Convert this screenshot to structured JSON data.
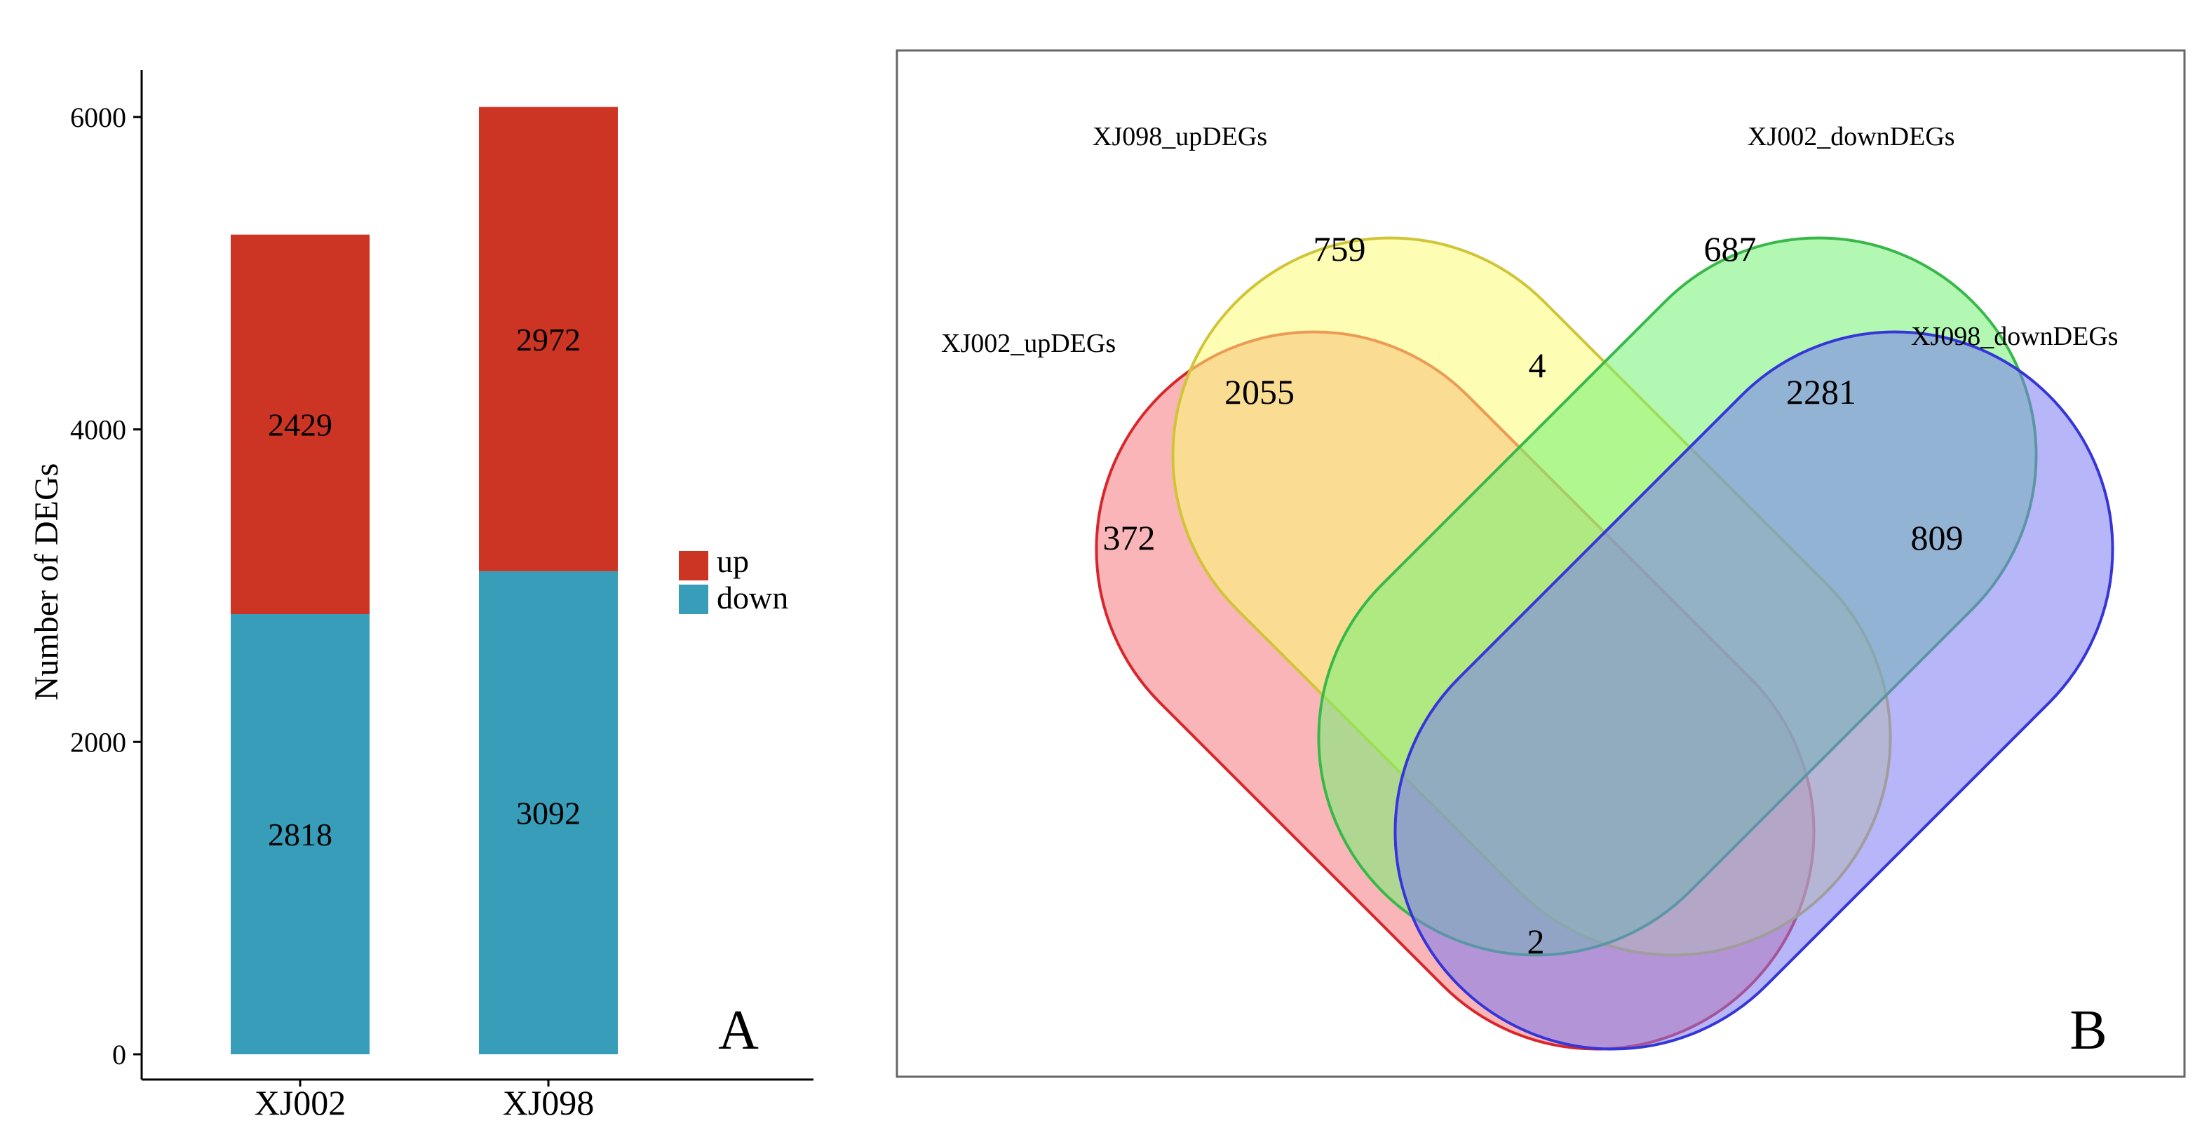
{
  "chart_data": [
    {
      "type": "bar",
      "stacked": true,
      "panel_label": "A",
      "categories": [
        "XJ002",
        "XJ098"
      ],
      "series": [
        {
          "name": "down",
          "color": "#379db9",
          "values": [
            2818,
            3092
          ],
          "labels": [
            "2818",
            "3092"
          ]
        },
        {
          "name": "up",
          "color": "#cc3423",
          "values": [
            2429,
            2972
          ],
          "labels": [
            "2429",
            "2972"
          ]
        }
      ],
      "xlabel": "",
      "ylabel": "Number of DEGs",
      "ylim": [
        0,
        6300
      ],
      "yticks": [
        0,
        2000,
        4000,
        6000
      ],
      "ytick_labels": [
        "0",
        "2000",
        "4000",
        "6000"
      ],
      "legend": {
        "placement": "right",
        "items": [
          {
            "name": "up",
            "color": "#cc3423"
          },
          {
            "name": "down",
            "color": "#379db9"
          }
        ]
      },
      "grid": false
    },
    {
      "type": "venn",
      "panel_label": "B",
      "sets": [
        {
          "name": "XJ002_upDEGs",
          "color": "#f4797c",
          "stroke": "#d8262b"
        },
        {
          "name": "XJ098_upDEGs",
          "color": "#fcfc76",
          "stroke": "#d0c537"
        },
        {
          "name": "XJ002_downDEGs",
          "color": "#72f272",
          "stroke": "#39b84a"
        },
        {
          "name": "XJ098_downDEGs",
          "color": "#7a7af3",
          "stroke": "#3535d8"
        }
      ],
      "regions": [
        {
          "sets": [
            "XJ002_upDEGs"
          ],
          "value": 372,
          "label": "372"
        },
        {
          "sets": [
            "XJ098_upDEGs"
          ],
          "value": 759,
          "label": "759"
        },
        {
          "sets": [
            "XJ002_downDEGs"
          ],
          "value": 687,
          "label": "687"
        },
        {
          "sets": [
            "XJ098_downDEGs"
          ],
          "value": 809,
          "label": "809"
        },
        {
          "sets": [
            "XJ002_upDEGs",
            "XJ098_upDEGs"
          ],
          "value": 2055,
          "label": "2055"
        },
        {
          "sets": [
            "XJ098_upDEGs",
            "XJ002_downDEGs"
          ],
          "value": 4,
          "label": "4"
        },
        {
          "sets": [
            "XJ002_downDEGs",
            "XJ098_downDEGs"
          ],
          "value": 2281,
          "label": "2281"
        },
        {
          "sets": [
            "XJ002_upDEGs",
            "XJ098_downDEGs"
          ],
          "value": 2,
          "label": "2"
        }
      ]
    }
  ]
}
